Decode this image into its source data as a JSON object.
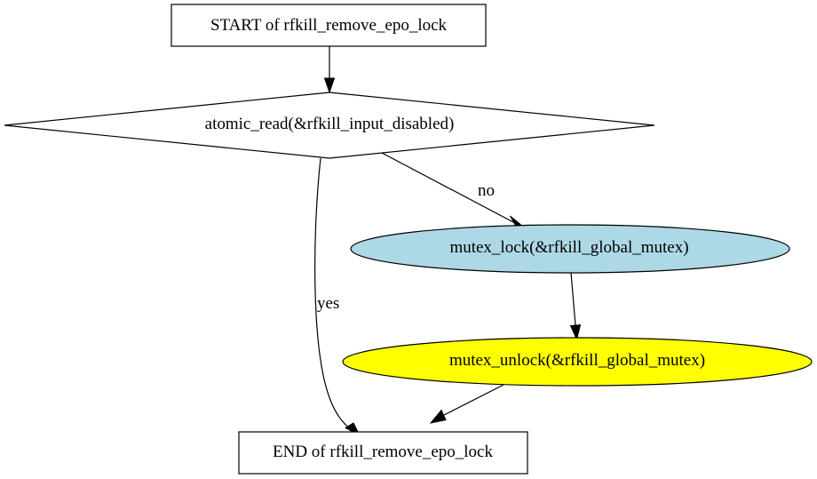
{
  "nodes": {
    "start": {
      "label": "START of rfkill_remove_epo_lock",
      "shape": "box",
      "fill": "#ffffff"
    },
    "check": {
      "label": "atomic_read(&rfkill_input_disabled)",
      "shape": "diamond",
      "fill": "#ffffff"
    },
    "lock": {
      "label": "mutex_lock(&rfkill_global_mutex)",
      "shape": "ellipse",
      "fill": "#add8e6"
    },
    "unlock": {
      "label": "mutex_unlock(&rfkill_global_mutex)",
      "shape": "ellipse",
      "fill": "#ffff00"
    },
    "end": {
      "label": "END of rfkill_remove_epo_lock",
      "shape": "box",
      "fill": "#ffffff"
    }
  },
  "edges": {
    "start_to_check": {
      "from": "start",
      "to": "check",
      "label": ""
    },
    "check_to_lock": {
      "from": "check",
      "to": "lock",
      "label": "no"
    },
    "check_to_end": {
      "from": "check",
      "to": "end",
      "label": "yes"
    },
    "lock_to_unlock": {
      "from": "lock",
      "to": "unlock",
      "label": ""
    },
    "unlock_to_end": {
      "from": "unlock",
      "to": "end",
      "label": ""
    }
  }
}
